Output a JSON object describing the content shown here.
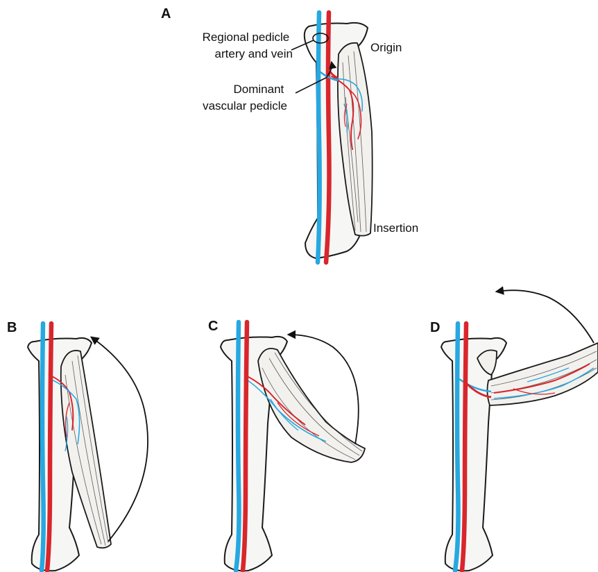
{
  "panels": {
    "a": {
      "letter": "A"
    },
    "b": {
      "letter": "B"
    },
    "c": {
      "letter": "C"
    },
    "d": {
      "letter": "D"
    }
  },
  "labels": {
    "regional_pedicle_line1": "Regional pedicle",
    "regional_pedicle_line2": "artery and vein",
    "origin": "Origin",
    "dominant_line1": "Dominant",
    "dominant_line2": "vascular pedicle",
    "insertion": "Insertion"
  },
  "colors": {
    "artery": "#d8262c",
    "vein": "#27a8e0",
    "outline": "#1a1a1a"
  }
}
